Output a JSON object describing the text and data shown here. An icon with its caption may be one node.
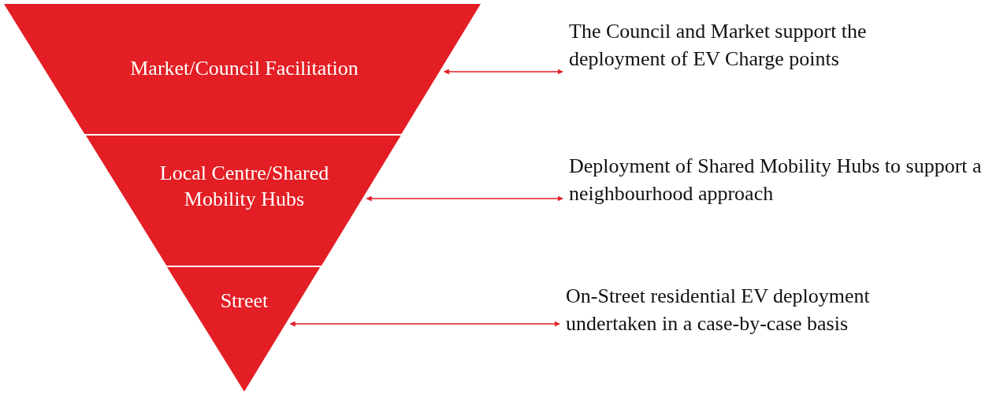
{
  "diagram": {
    "nodes": [
      {
        "text": [
          "Market/Council Facilitation"
        ]
      },
      {
        "text": [
          "Local Centre/Shared Mobility Hubs"
        ]
      },
      {
        "text": [
          "Street"
        ]
      },
      {
        "text": [
          "The Council and Market support the deployment of EV Charge points"
        ]
      },
      {
        "text": [
          "Deployment of Shared Mobility Hubs to support a neighbourhood approach"
        ]
      },
      {
        "text": [
          "On-Street residential EV deployment undertaken in a case-by-case basis"
        ]
      }
    ],
    "edges": [
      {
        "from": 0,
        "to": 3,
        "arrow": "both",
        "color": "#e31e24"
      },
      {
        "from": 1,
        "to": 4,
        "arrow": "both",
        "color": "#e31e24"
      },
      {
        "from": 2,
        "to": 5,
        "arrow": "both",
        "color": "#e31e24"
      }
    ]
  }
}
